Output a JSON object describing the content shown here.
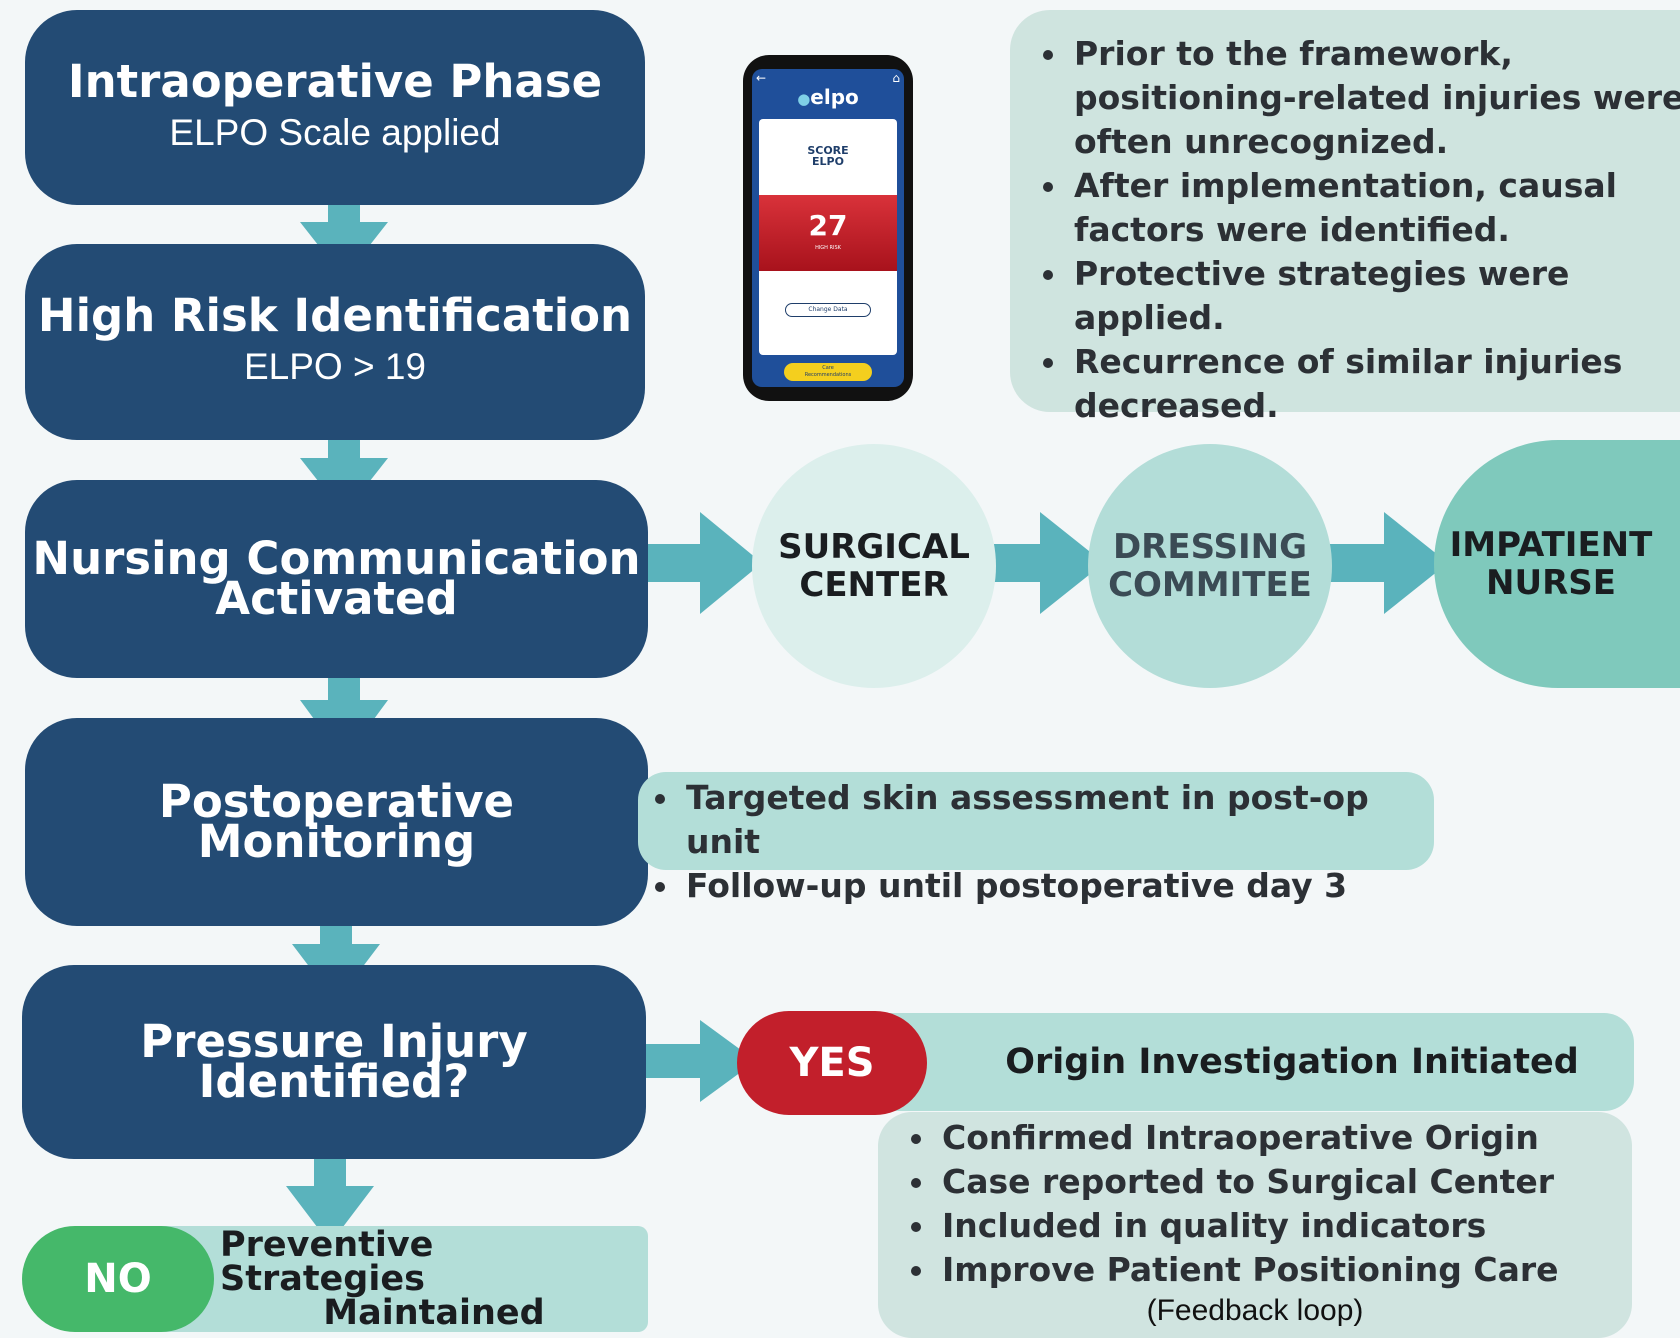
{
  "steps": {
    "intraop": {
      "title": "Intraoperative Phase",
      "sub": "ELPO Scale applied"
    },
    "highrisk": {
      "title": "High Risk Identification",
      "sub": "ELPO > 19"
    },
    "nursing": {
      "title_line1": "Nursing Communication",
      "title_line2": "Activated"
    },
    "postop": {
      "title": "Postoperative Monitoring"
    },
    "pressure": {
      "title": "Pressure Injury Identified?"
    }
  },
  "phone": {
    "brand": "elpo",
    "score_label_1": "SCORE",
    "score_label_2": "ELPO",
    "score_value": "27",
    "risk_label": "HIGH RISK",
    "change_button": "Change Data",
    "care_button_1": "Care",
    "care_button_2": "Recommendations"
  },
  "outcomes_box": {
    "items": [
      "Prior to the framework, positioning-related injuries were often unrecognized.",
      "After implementation, causal factors were identified.",
      "Protective strategies were applied.",
      "Recurrence of similar injuries decreased."
    ]
  },
  "communication_chain": [
    {
      "line1": "SURGICAL",
      "line2": "CENTER"
    },
    {
      "line1": "DRESSING",
      "line2": "COMMITEE"
    },
    {
      "line1": "IMPATIENT",
      "line2": "NURSE"
    }
  ],
  "postop_box": {
    "items": [
      "Targeted skin assessment in post-op unit",
      "Follow-up until postoperative day 3"
    ]
  },
  "yes_branch": {
    "badge": "YES",
    "title": "Origin Investigation Initiated",
    "items": [
      "Confirmed Intraoperative Origin",
      "Case reported to Surgical Center",
      "Included in quality indicators",
      "Improve Patient Positioning Care"
    ],
    "note": "(Feedback loop)"
  },
  "no_branch": {
    "badge": "NO",
    "line1": "Preventive Strategies",
    "line2": "Maintained"
  },
  "colors": {
    "step_fill": "#234b74",
    "arrow": "#5ab3bc",
    "box_fill": "#b2dfd8",
    "yes_red": "#c21f2b",
    "no_green": "#45b86a"
  }
}
